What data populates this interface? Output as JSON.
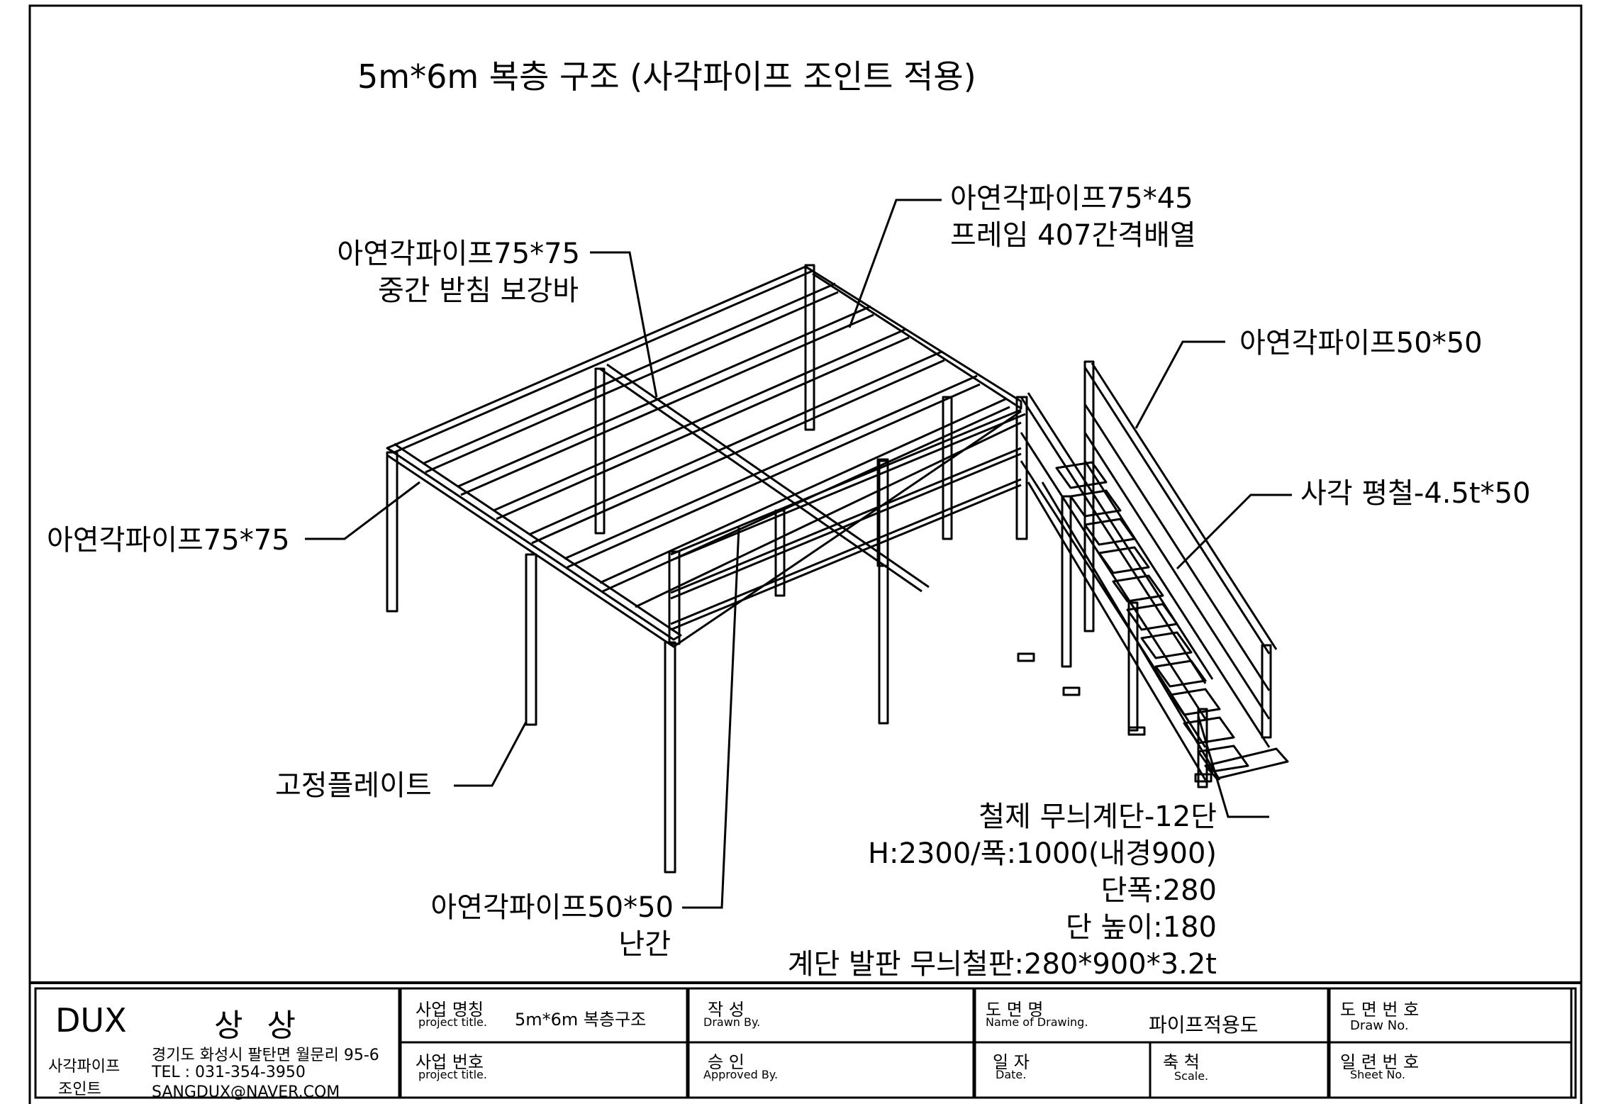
{
  "title": "5m*6m 복층 구조  (사각파이프 조인트 적용)",
  "labels": {
    "support_bar_line1": "아연각파이프75*75",
    "support_bar_line2": "중간 받침 보강바",
    "frame_line1": "아연각파이프75*45",
    "frame_line2": "프레임 407간격배열",
    "stair_rail": "아연각파이프50*50",
    "flat_bar": "사각 평철-4.5t*50",
    "perimeter": "아연각파이프75*75",
    "fixing_plate": "고정플레이트",
    "railing_line1": "아연각파이프50*50",
    "railing_line2": "난간",
    "stair_line1": "철제 무늬계단-12단",
    "stair_line2": "H:2300/폭:1000(내경900)",
    "stair_line3": "단폭:280",
    "stair_line4": "단 높이:180",
    "stair_line5": "계단 발판 무늬철판:280*900*3.2t"
  },
  "title_block": {
    "company_logo": "DUX",
    "company_name": "상 상",
    "company_type_line1": "사각파이프",
    "company_type_line2": "조인트",
    "address": "경기도 화성시 팔탄면 월문리 95-6",
    "tel": "TEL : 031-354-3950",
    "email": "SANGDUX@NAVER.COM",
    "project_name_ko": "사업 명칭",
    "project_name_en": "project title.",
    "project_name_value": "5m*6m 복층구조",
    "project_no_ko": "사업 번호",
    "project_no_en": "project title.",
    "drawn_ko": "작   성",
    "drawn_en": "Drawn By.",
    "approved_ko": "승   인",
    "approved_en": "Approved By.",
    "drawing_name_ko": "도  면  명",
    "drawing_name_en": "Name of Drawing.",
    "drawing_name_value": "파이프적용도",
    "date_ko": "일   자",
    "date_en": "Date.",
    "scale_ko": "축   척",
    "scale_en": "Scale.",
    "draw_no_ko": "도 면 번 호",
    "draw_no_en": "Draw No.",
    "sheet_no_ko": "일 련 번 호",
    "sheet_no_en": "Sheet No."
  }
}
